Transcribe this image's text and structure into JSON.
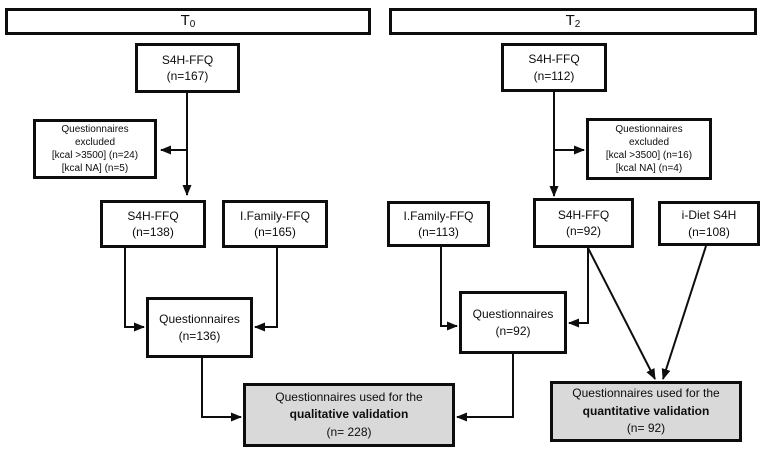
{
  "colors": {
    "background": "#ffffff",
    "box_border": "#0d0d0d",
    "box_fill": "#ffffff",
    "result_box_fill": "#d9d9d9",
    "connector": "#0d0d0d"
  },
  "t0": {
    "header": {
      "base": "T",
      "sub": "0"
    },
    "s4h_ffq_initial": {
      "lines": [
        "S4H-FFQ",
        "(n=167)"
      ]
    },
    "excluded": {
      "lines": [
        "Questionnaires",
        "excluded",
        "[kcal >3500] (n=24)",
        "[kcal NA] (n=5)"
      ]
    },
    "s4h_ffq_filtered": {
      "lines": [
        "S4H-FFQ",
        "(n=138)"
      ]
    },
    "ifamily_ffq": {
      "lines": [
        "I.Family-FFQ",
        "(n=165)"
      ]
    },
    "questionnaires": {
      "lines": [
        "Questionnaires",
        "(n=136)"
      ]
    },
    "qualitative": {
      "lines": [
        "Questionnaires used for the",
        "qualitative validation",
        "(n= 228)"
      ]
    }
  },
  "t2": {
    "header": {
      "base": "T",
      "sub": "2"
    },
    "s4h_ffq_initial": {
      "lines": [
        "S4H-FFQ",
        "(n=112)"
      ]
    },
    "excluded": {
      "lines": [
        "Questionnaires",
        "excluded",
        "[kcal >3500] (n=16)",
        "[kcal NA] (n=4)"
      ]
    },
    "ifamily_ffq": {
      "lines": [
        "I.Family-FFQ",
        "(n=113)"
      ]
    },
    "s4h_ffq_filtered": {
      "lines": [
        "S4H-FFQ",
        "(n=92)"
      ]
    },
    "idiet_s4h": {
      "lines": [
        "i-Diet S4H",
        "(n=108)"
      ]
    },
    "questionnaires": {
      "lines": [
        "Questionnaires",
        "(n=92)"
      ]
    },
    "quantitative": {
      "lines": [
        "Questionnaires used for the",
        "quantitative validation",
        "(n= 92)"
      ]
    }
  }
}
